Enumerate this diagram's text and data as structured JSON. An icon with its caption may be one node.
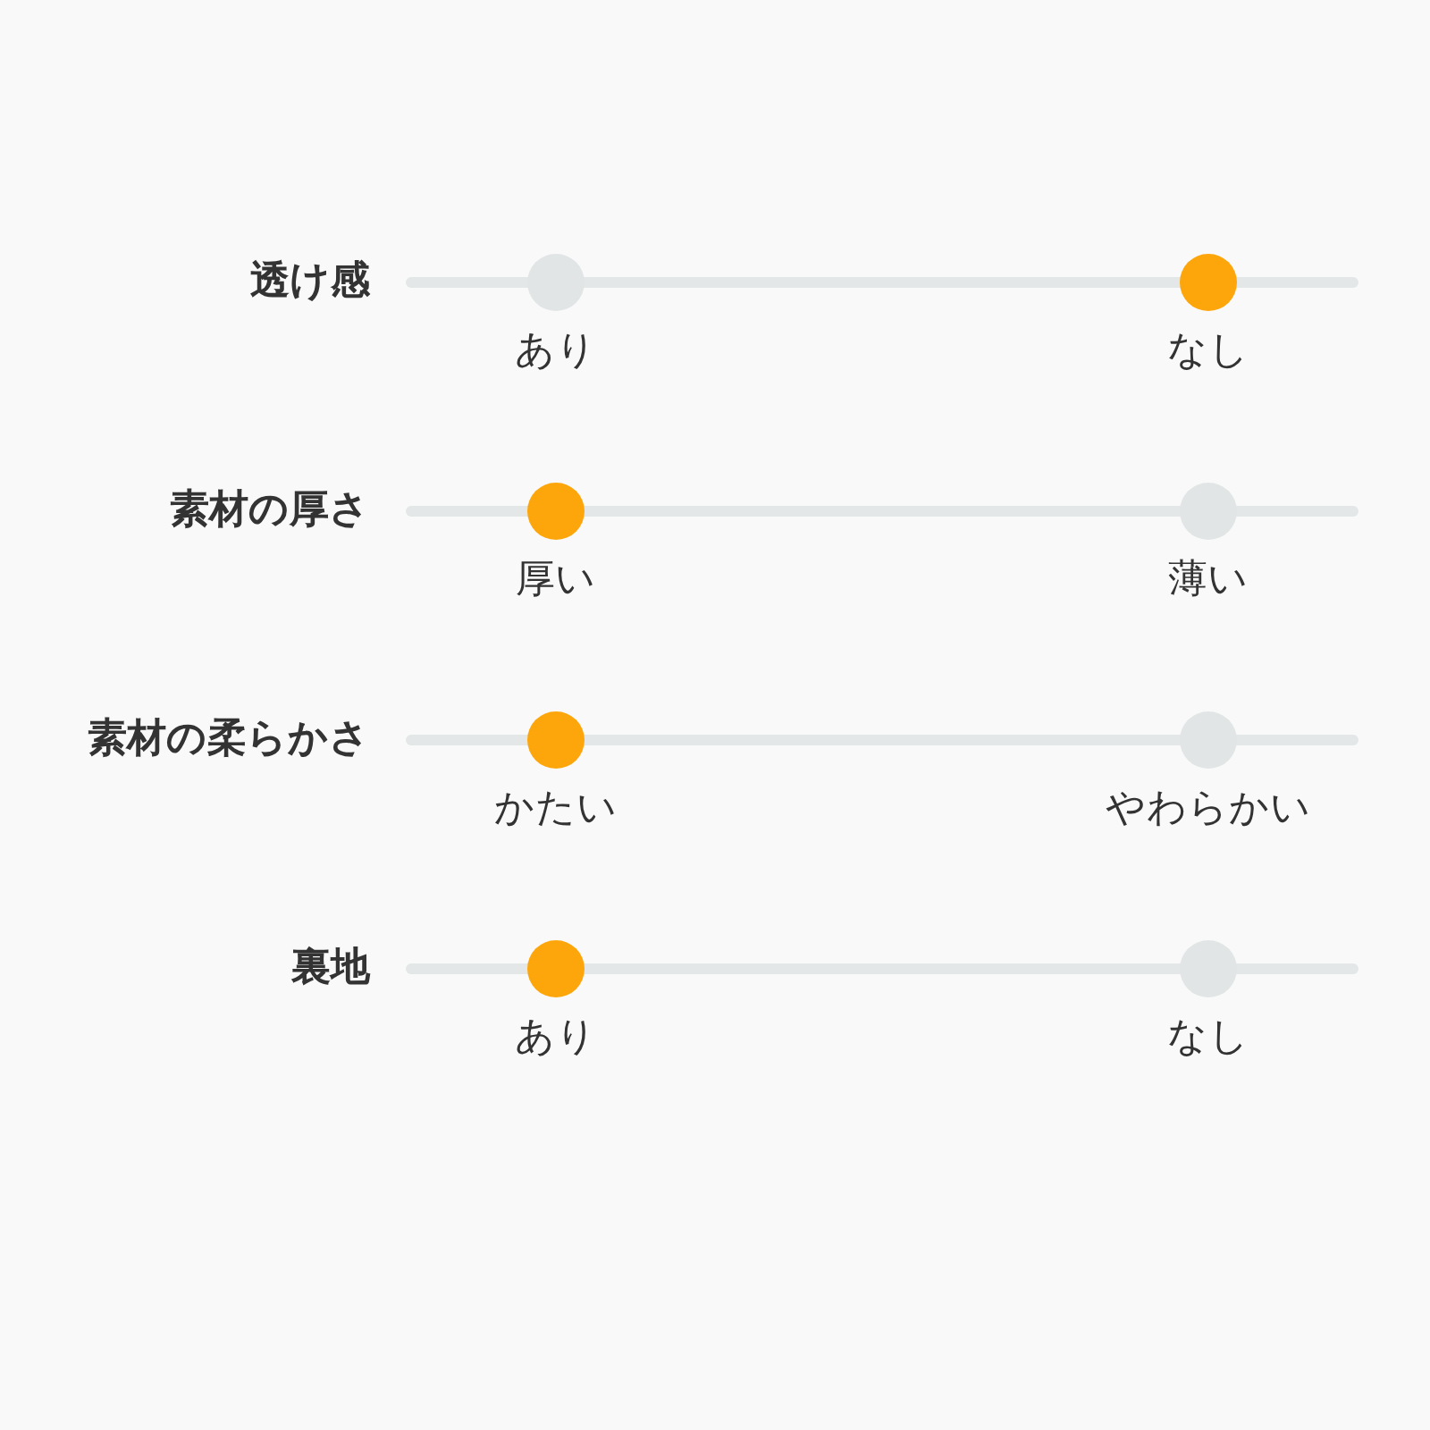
{
  "diagram": {
    "nodes": [
      {
        "text": [
          "透け感"
        ]
      },
      {
        "text": [],
        "shape": "circle",
        "beside": [
          "あり"
        ]
      },
      {
        "text": [],
        "shape": "circle",
        "beside": [
          "なし"
        ]
      },
      {
        "text": [
          "素材の厚さ"
        ]
      },
      {
        "text": [],
        "shape": "circle",
        "beside": [
          "厚い"
        ]
      },
      {
        "text": [],
        "shape": "circle",
        "beside": [
          "薄い"
        ]
      },
      {
        "text": [
          "素材の柔らかさ"
        ]
      },
      {
        "text": [],
        "shape": "circle",
        "beside": [
          "かたい"
        ]
      },
      {
        "text": [],
        "shape": "circle",
        "beside": [
          "やわらかい"
        ]
      },
      {
        "text": [
          "裏地"
        ]
      },
      {
        "text": [],
        "shape": "circle",
        "beside": [
          "あり"
        ]
      },
      {
        "text": [],
        "shape": "circle",
        "beside": [
          "なし"
        ]
      }
    ]
  }
}
